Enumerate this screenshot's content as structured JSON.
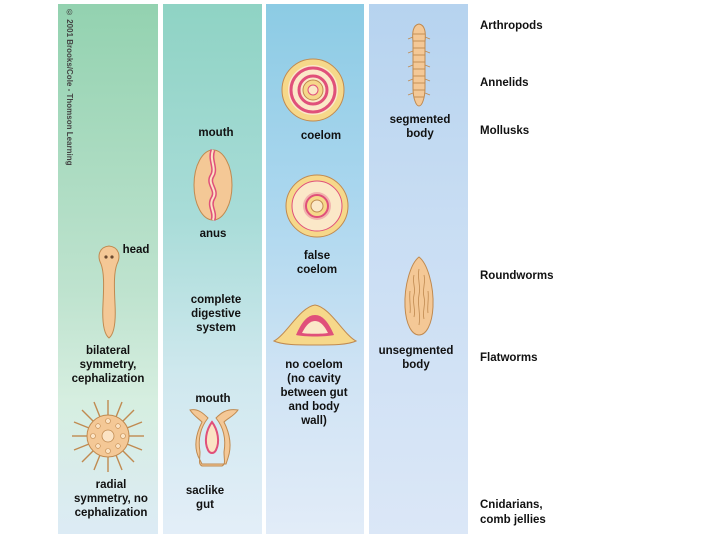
{
  "copyright": "© 2001 Brooks/Cole - Thomson Learning",
  "column1": {
    "head_label": "head",
    "bilateral_label": "bilateral\nsymmetry,\ncephalization",
    "radial_label": "radial\nsymmetry, no\ncephalization"
  },
  "column2": {
    "mouth_top_label": "mouth",
    "anus_label": "anus",
    "complete_label": "complete\ndigestive\nsystem",
    "mouth_bottom_label": "mouth",
    "saclike_label": "saclike\ngut"
  },
  "column3": {
    "coelom_label": "coelom",
    "false_coelom_label": "false\ncoelom",
    "no_coelom_label": "no coelom\n(no cavity\nbetween gut\nand body\nwall)"
  },
  "column4": {
    "segmented_label": "segmented\nbody",
    "unsegmented_label": "unsegmented\nbody"
  },
  "groups": {
    "arthropods": "Arthropods",
    "annelids": "Annelids",
    "mollusks": "Mollusks",
    "roundworms": "Roundworms",
    "flatworms": "Flatworms",
    "cnidarians": "Cnidarians,\ncomb jellies"
  },
  "colors": {
    "body_fill": "#f4c896",
    "outer_ring": "#f6d88a",
    "coelom_lining": "#e0507a",
    "outline": "#c08a50"
  }
}
